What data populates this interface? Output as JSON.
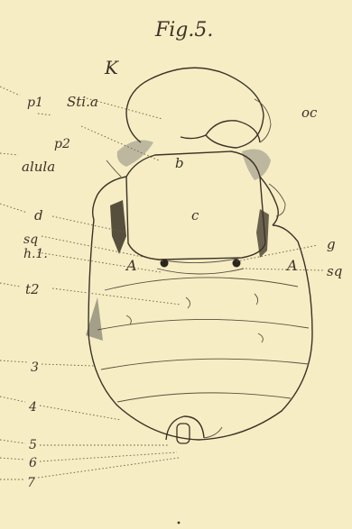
{
  "figure": {
    "title": "Fig.5.",
    "specimen_letter": "K"
  },
  "labels": {
    "left": {
      "p1": "p1",
      "stia": "Sti.a",
      "p2": "p2",
      "alula": "alula",
      "d": "d",
      "sq": "sq",
      "h1": "h.1.",
      "t2": "t2",
      "n3": "3",
      "n4": "4",
      "n5": "5",
      "n6": "6",
      "n7": "7"
    },
    "right": {
      "oc": "oc",
      "g": "g",
      "sq": "sq",
      "A": "A"
    },
    "body": {
      "b": "b",
      "c": "c",
      "A": "A"
    }
  }
}
